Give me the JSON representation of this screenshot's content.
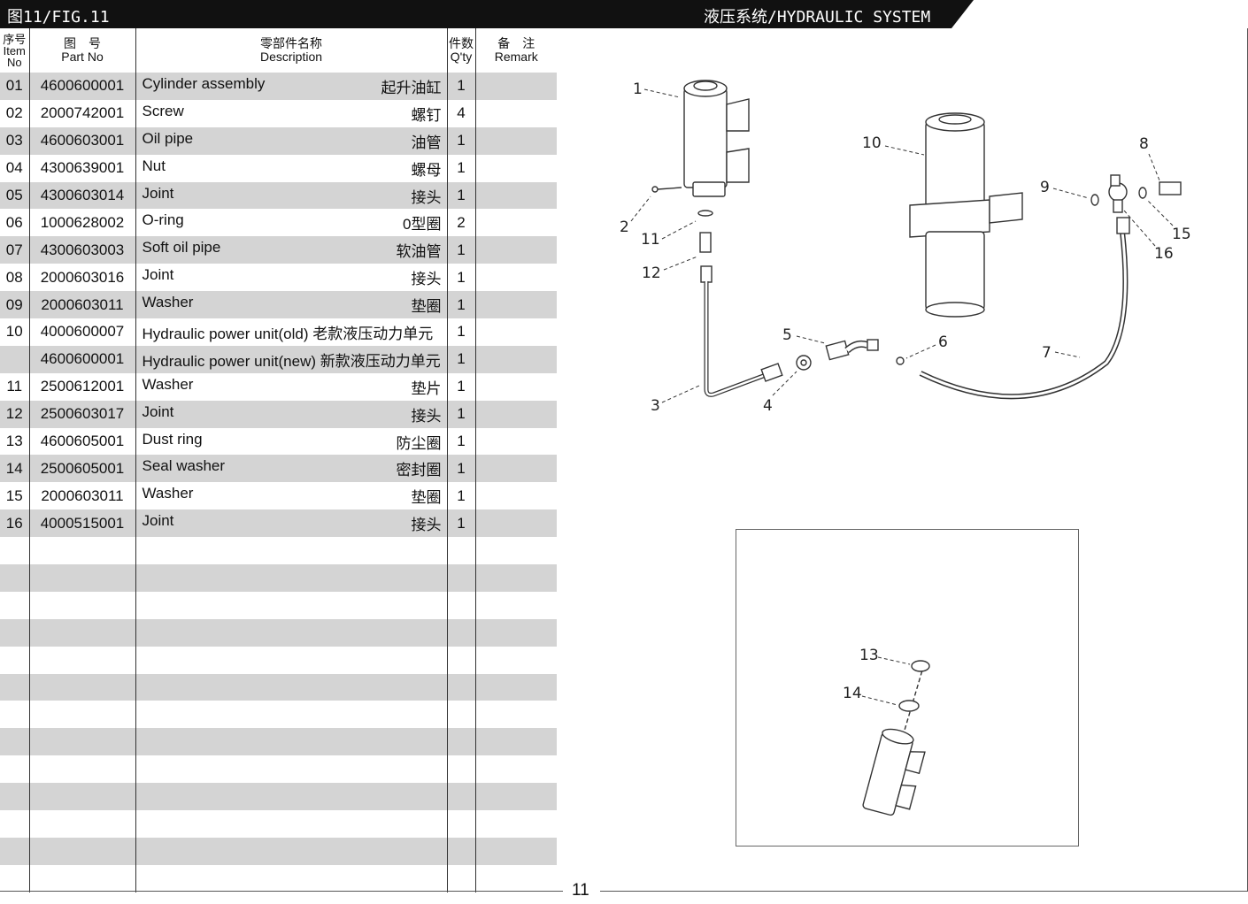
{
  "header": {
    "fig_label": "图11/FIG.11",
    "system_title": "液压系统/HYDRAULIC SYSTEM"
  },
  "table": {
    "columns": {
      "item_cn": "序号",
      "item_en1": "Item",
      "item_en2": "No",
      "part_cn": "图　号",
      "part_en": "Part No",
      "desc_cn": "零部件名称",
      "desc_en": "Description",
      "qty_cn": "件数",
      "qty_en": "Q'ty",
      "remark_cn": "备　注",
      "remark_en": "Remark"
    },
    "rows": [
      {
        "no": "01",
        "part": "4600600001",
        "desc": "Cylinder assembly",
        "cn": "起升油缸",
        "qty": "1"
      },
      {
        "no": "02",
        "part": "2000742001",
        "desc": "Screw",
        "cn": "螺钉",
        "qty": "4"
      },
      {
        "no": "03",
        "part": "4600603001",
        "desc": "Oil pipe",
        "cn": "油管",
        "qty": "1"
      },
      {
        "no": "04",
        "part": "4300639001",
        "desc": "Nut",
        "cn": "螺母",
        "qty": "1"
      },
      {
        "no": "05",
        "part": "4300603014",
        "desc": "Joint",
        "cn": "接头",
        "qty": "1"
      },
      {
        "no": "06",
        "part": "1000628002",
        "desc": "O-ring",
        "cn": "0型圈",
        "qty": "2"
      },
      {
        "no": "07",
        "part": "4300603003",
        "desc": "Soft oil pipe",
        "cn": "软油管",
        "qty": "1"
      },
      {
        "no": "08",
        "part": "2000603016",
        "desc": "Joint",
        "cn": "接头",
        "qty": "1"
      },
      {
        "no": "09",
        "part": "2000603011",
        "desc": "Washer",
        "cn": "垫圈",
        "qty": "1"
      },
      {
        "no": "10",
        "part": "4000600007",
        "desc": "Hydraulic power unit(old) 老款液压动力单元",
        "cn": "",
        "qty": "1"
      },
      {
        "no": "",
        "part": "4600600001",
        "desc": "Hydraulic power unit(new) 新款液压动力单元",
        "cn": "",
        "qty": "1"
      },
      {
        "no": "11",
        "part": "2500612001",
        "desc": "Washer",
        "cn": "垫片",
        "qty": "1"
      },
      {
        "no": "12",
        "part": "2500603017",
        "desc": "Joint",
        "cn": "接头",
        "qty": "1"
      },
      {
        "no": "13",
        "part": "4600605001",
        "desc": "Dust ring",
        "cn": "防尘圈",
        "qty": "1"
      },
      {
        "no": "14",
        "part": "2500605001",
        "desc": "Seal washer",
        "cn": "密封圈",
        "qty": "1"
      },
      {
        "no": "15",
        "part": "2000603011",
        "desc": "Washer",
        "cn": "垫圈",
        "qty": "1"
      },
      {
        "no": "16",
        "part": "4000515001",
        "desc": "Joint",
        "cn": "接头",
        "qty": "1"
      }
    ],
    "empty_row_count": 13
  },
  "diagram": {
    "callouts": [
      "1",
      "2",
      "3",
      "4",
      "5",
      "6",
      "7",
      "8",
      "9",
      "10",
      "11",
      "12",
      "15",
      "16"
    ],
    "inset_callouts": [
      "13",
      "14"
    ]
  },
  "footer": {
    "page_number": "11"
  }
}
